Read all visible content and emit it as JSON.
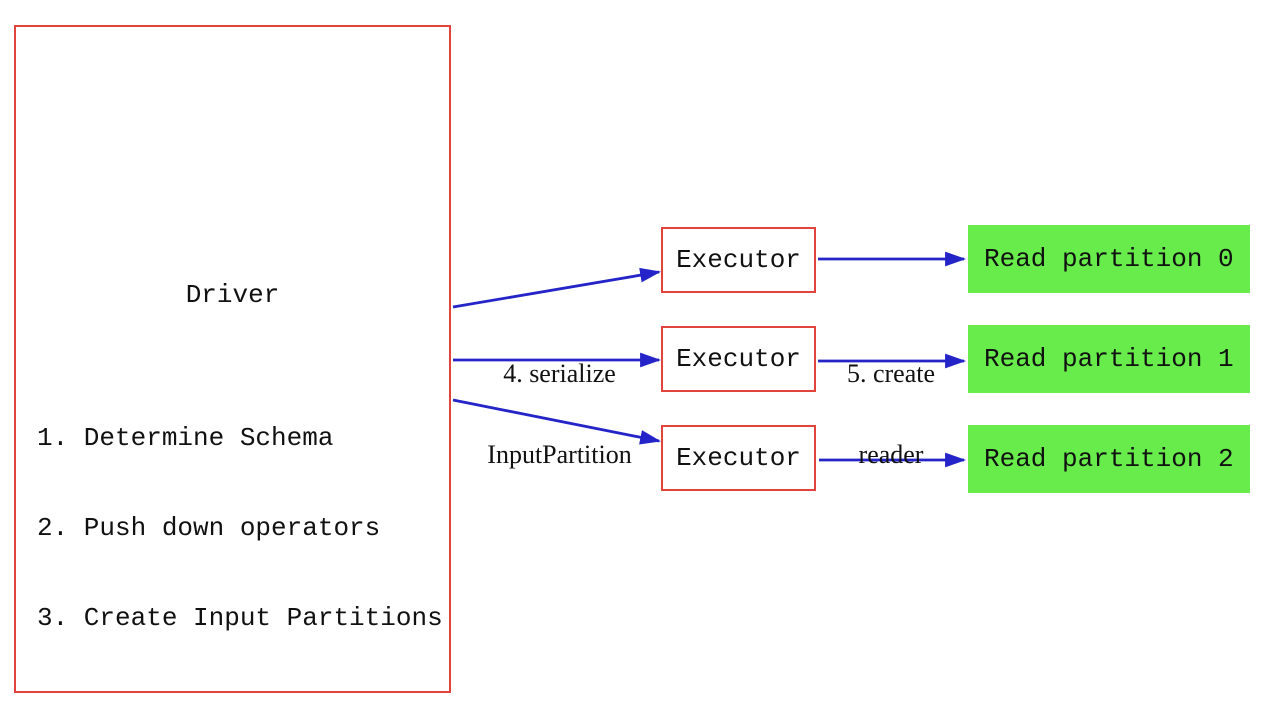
{
  "diagram": {
    "title_semantic": "Spark DataSource V2 read path diagram",
    "driver": {
      "title": "Driver",
      "steps": [
        "1. Determine Schema",
        "2. Push down operators",
        "3. Create Input Partitions"
      ]
    },
    "executors": [
      {
        "label": "Executor"
      },
      {
        "label": "Executor"
      },
      {
        "label": "Executor"
      }
    ],
    "partitions": [
      {
        "label": "Read partition 0"
      },
      {
        "label": "Read partition 1"
      },
      {
        "label": "Read partition 2"
      }
    ],
    "edge_labels": {
      "serialize_line1": "4. serialize",
      "serialize_line2": "InputPartition",
      "reader_line1": "5. create",
      "reader_line2": "reader"
    },
    "colors": {
      "box_border_red": "#e2433a",
      "arrow_blue": "#2424c8",
      "partition_green": "#67ec4b",
      "text_black": "#111111",
      "background": "#ffffff"
    }
  }
}
